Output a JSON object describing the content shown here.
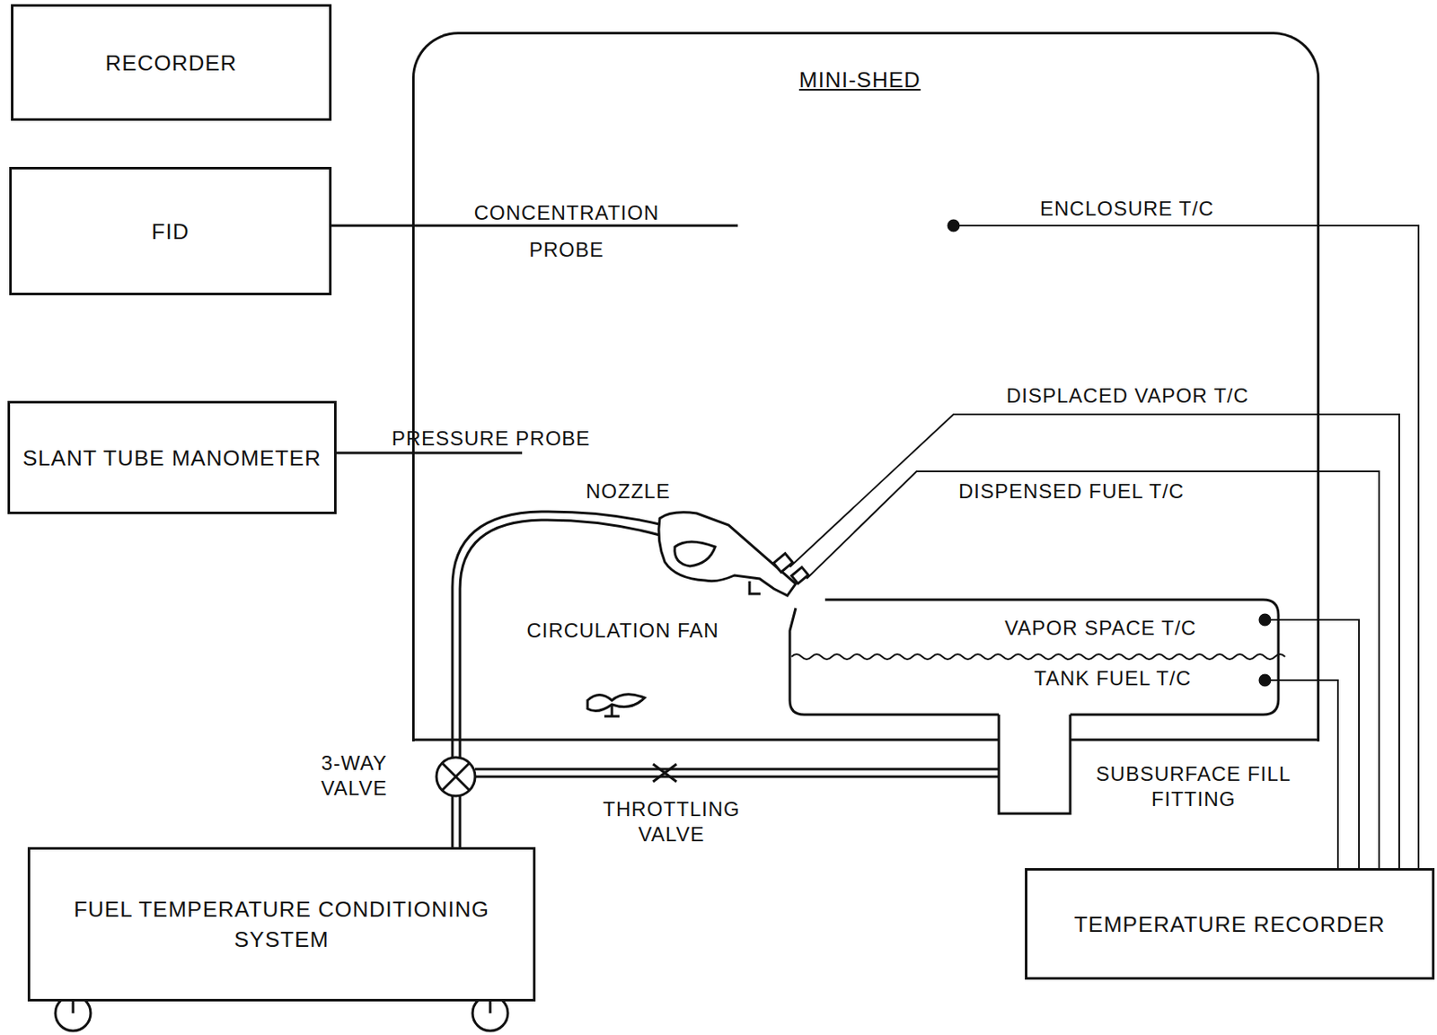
{
  "diagram": {
    "nodes": [
      {
        "text": [
          "RECORDER"
        ]
      },
      {
        "text": [
          "FID"
        ]
      },
      {
        "text": [
          "SLANT TUBE MANOMETER"
        ]
      },
      {
        "text": [
          "MINI-SHED"
        ]
      },
      {
        "text": [
          "FUEL TEMPERATURE CONDITIONING SYSTEM"
        ]
      },
      {
        "text": [
          "TEMPERATURE RECORDER"
        ]
      }
    ],
    "edges": [
      {
        "from": 1,
        "to": 3,
        "arrow": "none"
      },
      {
        "from": 2,
        "to": 3,
        "arrow": "none"
      }
    ],
    "labels": [
      "CONCENTRATION PROBE",
      "ENCLOSURE T/C",
      "PRESSURE PROBE",
      "NOZZLE",
      "DISPLACED VAPOR T/C",
      "DISPENSED FUEL T/C",
      "CIRCULATION FAN",
      "VAPOR SPACE T/C",
      "TANK FUEL T/C",
      "3-WAY VALVE",
      "THROTTLING VALVE",
      "SUBSURFACE FILL FITTING"
    ]
  }
}
